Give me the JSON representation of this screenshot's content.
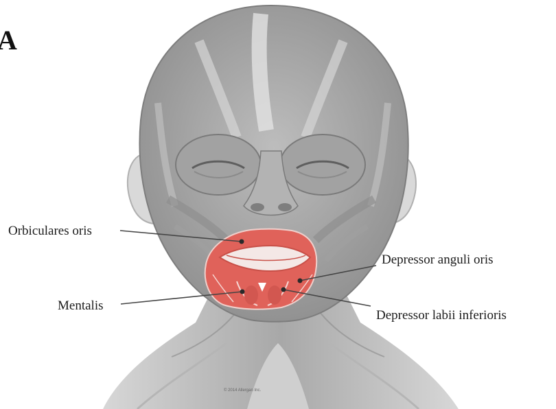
{
  "panel_label": "A",
  "labels": {
    "orbicularis": "Orbiculares oris",
    "mentalis": "Mentalis",
    "dao": "Depressor anguli oris",
    "dli": "Depressor labii inferioris"
  },
  "copyright": "© 2014 Allergan Inc.",
  "colors": {
    "background": "#ffffff",
    "muscle_gray": "#9a9a9a",
    "highlight_muscle": "#e0625a",
    "leader": "#444444"
  }
}
